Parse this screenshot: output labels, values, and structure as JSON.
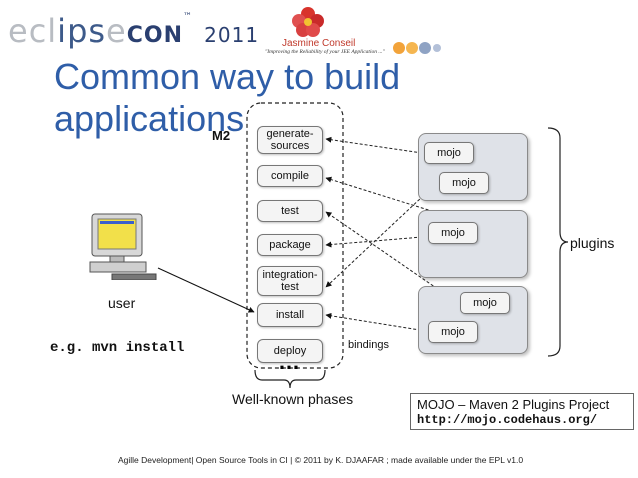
{
  "header": {
    "logo_part1": "ecl",
    "logo_part2": "ips",
    "logo_part3": "e",
    "logo_con": "CON",
    "logo_tm": "™",
    "logo_year": "2011",
    "sponsor_name": "Jasmine Conseil",
    "sponsor_tagline": "\"Improving the Reliability of your JEE Application ...\""
  },
  "slide": {
    "title_line1": "Common way to build",
    "title_line2": "applications",
    "m2_label": "M2",
    "user_label": "user",
    "command_example": "e.g. mvn install",
    "ellipsis": "…",
    "phases_caption": "Well-known phases",
    "bindings_label": "bindings",
    "plugins_label": "plugins"
  },
  "phases": [
    {
      "label": "generate-\nsources"
    },
    {
      "label": "compile"
    },
    {
      "label": "test"
    },
    {
      "label": "package"
    },
    {
      "label": "integration-\ntest"
    },
    {
      "label": "install"
    },
    {
      "label": "deploy"
    }
  ],
  "mojos": [
    {
      "label": "mojo"
    },
    {
      "label": "mojo"
    },
    {
      "label": "mojo"
    },
    {
      "label": "mojo"
    },
    {
      "label": "mojo"
    }
  ],
  "mojo_reference": {
    "line1": "MOJO – Maven 2 Plugins Project",
    "line2": "http://mojo.codehaus.org/"
  },
  "footer": {
    "text": "Agille Development| Open Source Tools in CI | © 2011 by K. DJAAFAR ; made available under the EPL v1.0"
  },
  "colors": {
    "title": "#2f5ea8",
    "plugin_box": "#dfe2e8",
    "phase_box": "#f4f4f4"
  }
}
